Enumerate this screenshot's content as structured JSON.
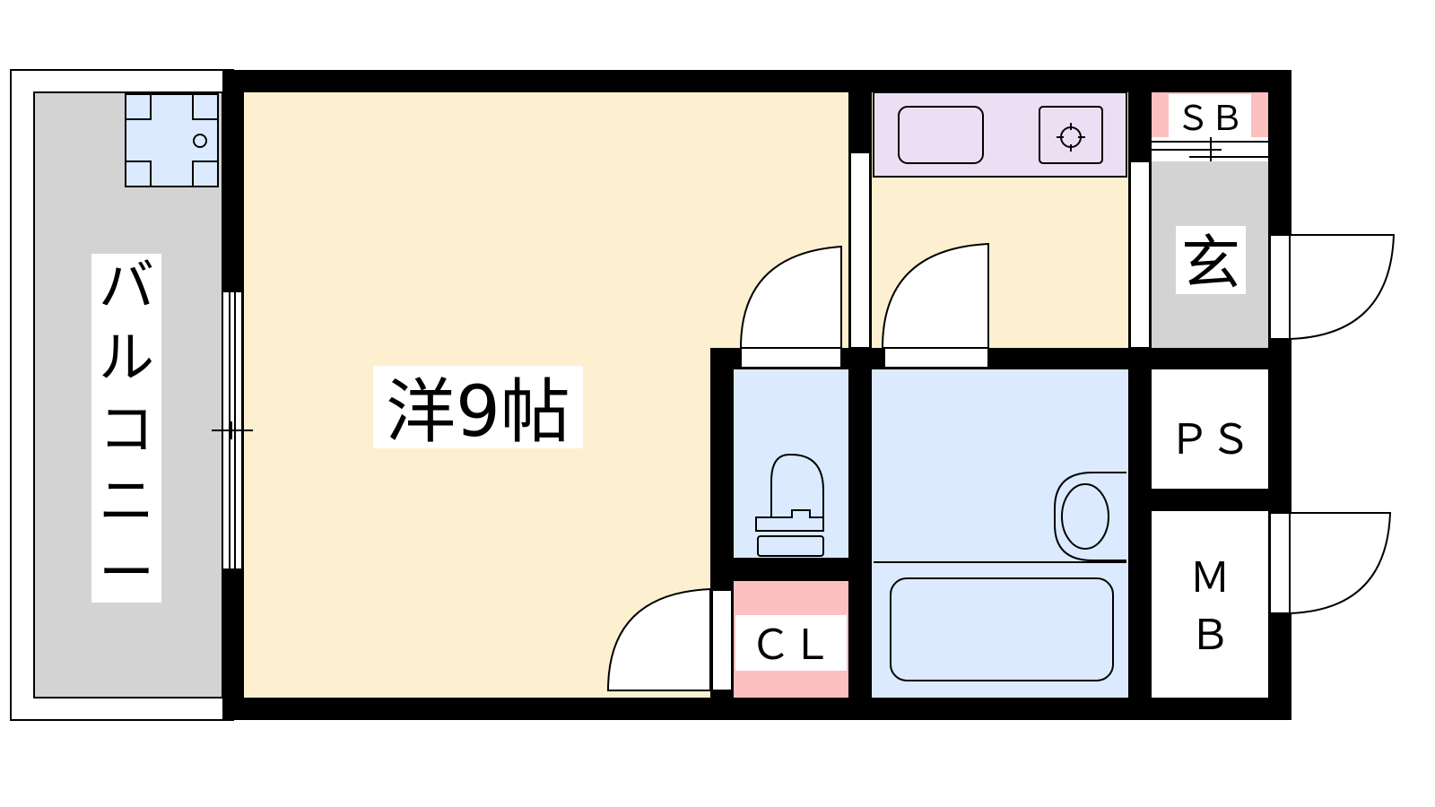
{
  "rooms": {
    "western_room": "洋9帖",
    "balcony": [
      "バ",
      "ル",
      "コ",
      "ニ",
      "ー"
    ],
    "entrance": "玄",
    "shoe_box": "ＳＢ",
    "pipe_space": "ＰＳ",
    "meter_box": [
      "Ｍ",
      "Ｂ"
    ],
    "closet": "ＣＬ"
  },
  "colors": {
    "wall": "#000000",
    "floor_wood": "#fdf0d0",
    "floor_wet": "#dbeafe",
    "kitchen_counter": "#ecdff3",
    "storage": "#fcc0c0",
    "balcony": "#d3d3d3"
  }
}
